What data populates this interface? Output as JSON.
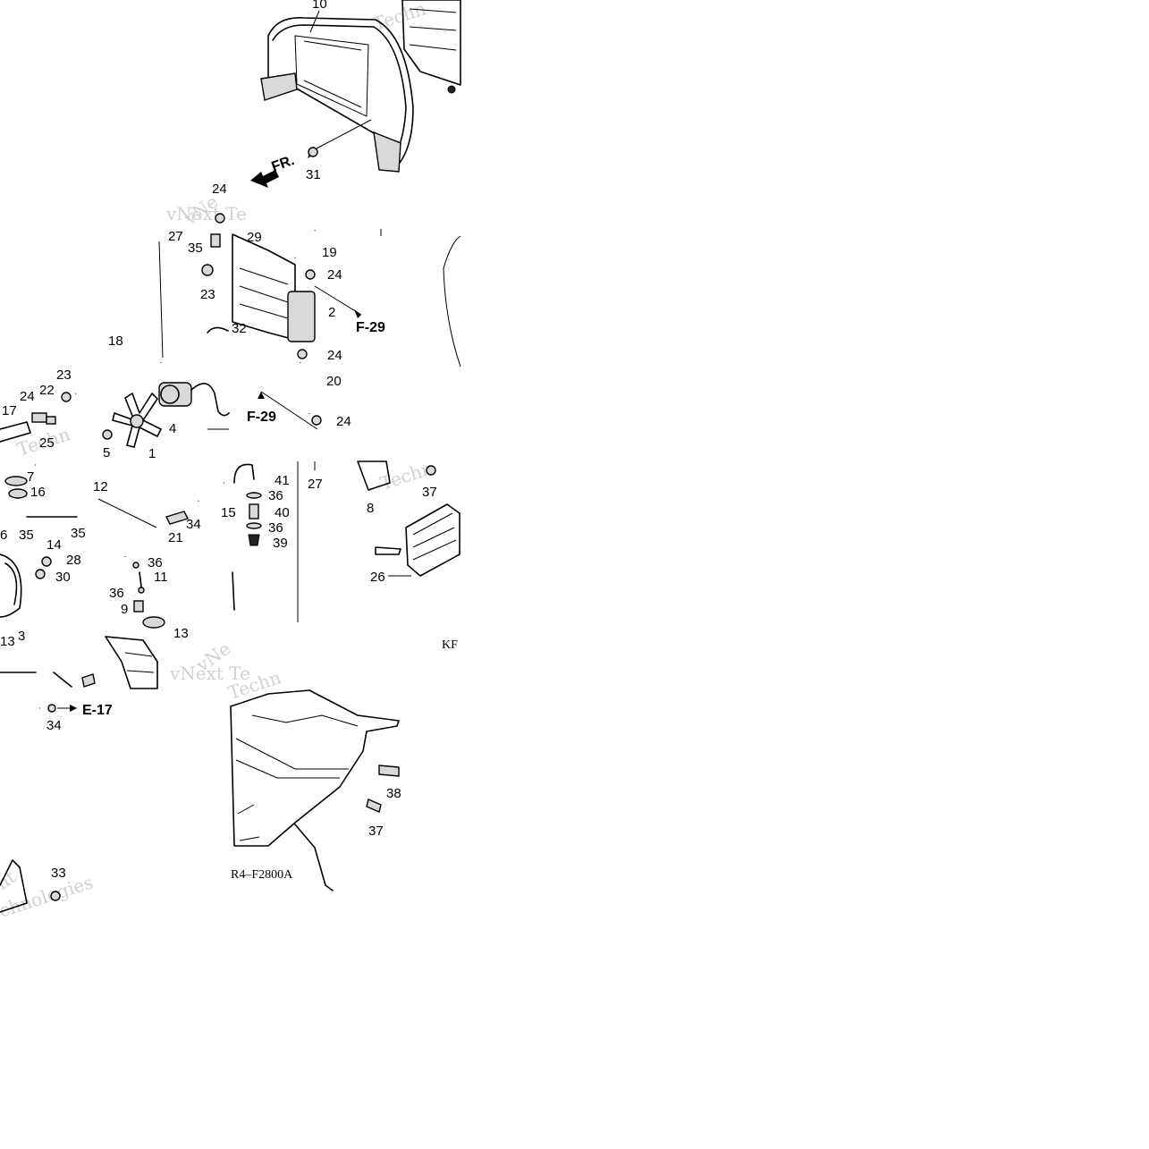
{
  "diagram": {
    "code": "R4–F2800A",
    "code_partial": "KF",
    "direction_label": "FR.",
    "refs": {
      "f29_a": "F-29",
      "f29_b": "F-29",
      "e17": "E-17"
    },
    "watermarks": [
      "Techn",
      "vNext Te",
      "vNe",
      "Techn",
      "vNext Te",
      "vNe",
      "Techn",
      "Techn",
      "nt",
      "chnologies"
    ]
  },
  "callouts": {
    "n10": "10",
    "n31": "31",
    "n24a": "24",
    "n27a": "27",
    "n29": "29",
    "n19": "19",
    "n24b": "24",
    "n35a": "35",
    "n23a": "23",
    "n2": "2",
    "n32": "32",
    "n24c": "24",
    "n20": "20",
    "n24d": "24",
    "n18": "18",
    "n23b": "23",
    "n22": "22",
    "n24e": "24",
    "n17": "17",
    "n5": "5",
    "n4": "4",
    "n1": "1",
    "n7": "7",
    "n16": "16",
    "n12": "12",
    "n35b": "35",
    "n14": "14",
    "n35c": "35",
    "n21": "21",
    "n34a": "34",
    "n6": "6",
    "n28": "28",
    "n30": "30",
    "n36a": "36",
    "n11": "11",
    "n36b": "36",
    "n9": "9",
    "n13": "13",
    "n3": "3",
    "n41": "41",
    "n36c": "36",
    "n40": "40",
    "n36d": "36",
    "n39": "39",
    "n27b": "27",
    "n8": "8",
    "n37a": "37",
    "n26": "26",
    "n34b": "34",
    "n15": "15",
    "n38": "38",
    "n37b": "37",
    "n33": "33",
    "n25": "25",
    "n13b": "13"
  }
}
